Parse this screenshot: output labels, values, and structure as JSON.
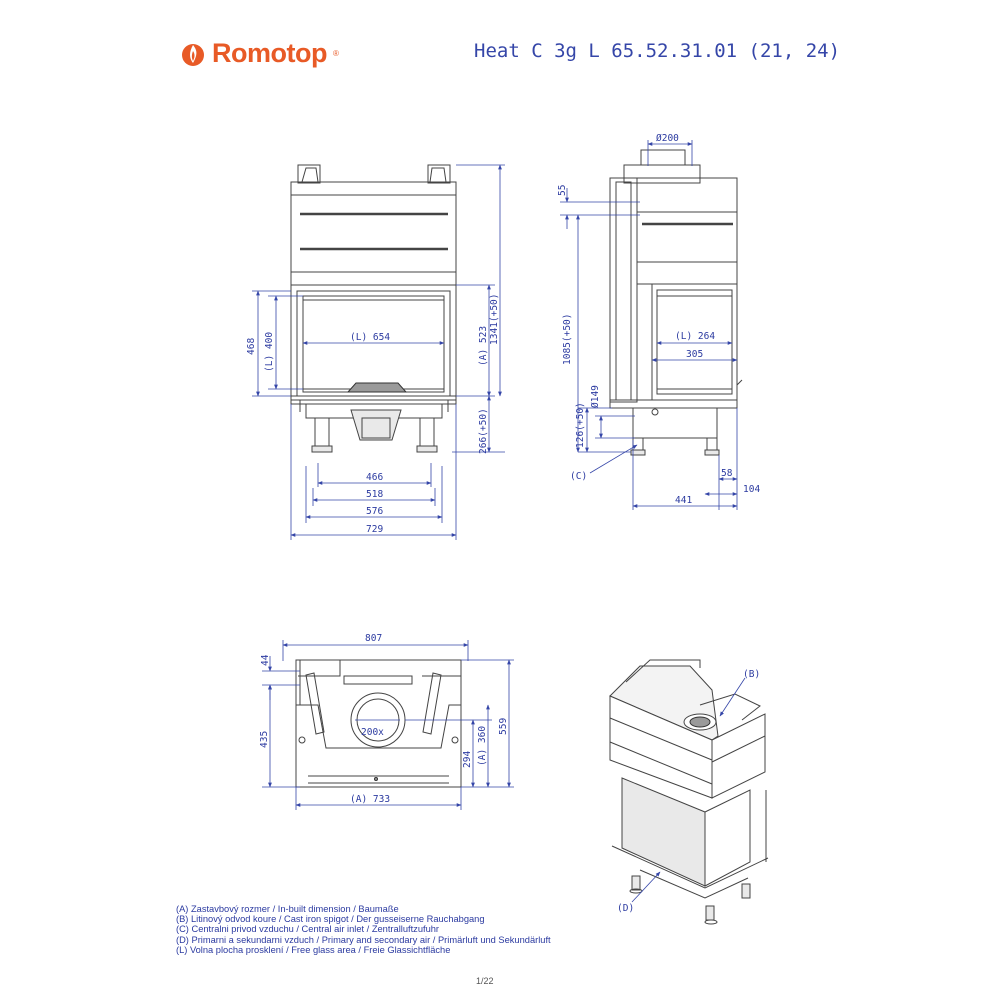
{
  "header": {
    "brand": "Romotop",
    "brand_mark": "®",
    "model": "Heat C 3g L 65.52.31.01 (21, 24)"
  },
  "front_view": {
    "dims": {
      "w466": "466",
      "w518": "518",
      "w576": "576",
      "w729": "729",
      "glass_width": "(L) 654",
      "h468": "468",
      "glass_height": "(L) 400",
      "a523": "(A) 523",
      "h1341": "1341(+50)",
      "h266": "266(+50)"
    }
  },
  "side_view": {
    "dims": {
      "flue": "Ø200",
      "h55": "55",
      "h1085": "1085(+50)",
      "side_glass": "(L) 264",
      "d305": "305",
      "h126": "126(+50)",
      "air": "Ø149",
      "c_label": "(C)",
      "d58": "58",
      "d104": "104",
      "d441": "441"
    }
  },
  "top_view": {
    "dims": {
      "w807": "807",
      "h44": "44",
      "h435": "435",
      "flue_center": "200x",
      "h294": "294",
      "a360": "(A) 360",
      "h559": "559",
      "a733": "(A) 733"
    }
  },
  "iso_view": {
    "labels": {
      "b": "(B)",
      "d": "(D)"
    }
  },
  "legend": [
    "(A)  Zastavbový rozmer / In-built dimension / Baumaße",
    "(B)  Litinový odvod koure / Cast iron spigot / Der gusseiserne Rauchabgang",
    "(C)  Centralni privod vzduchu / Central air inlet / Zentralluftzufuhr",
    "(D)  Primarni a sekundarni vzduch / Primary and secondary air / Primärluft und Sekundärluft",
    "(L)  Volna plocha prosklení / Free glass area / Freie Glassichtfläche"
  ],
  "page_number": "1/22",
  "colors": {
    "brand": "#e85a26",
    "dimension": "#3546a8",
    "drawing": "#444444"
  }
}
